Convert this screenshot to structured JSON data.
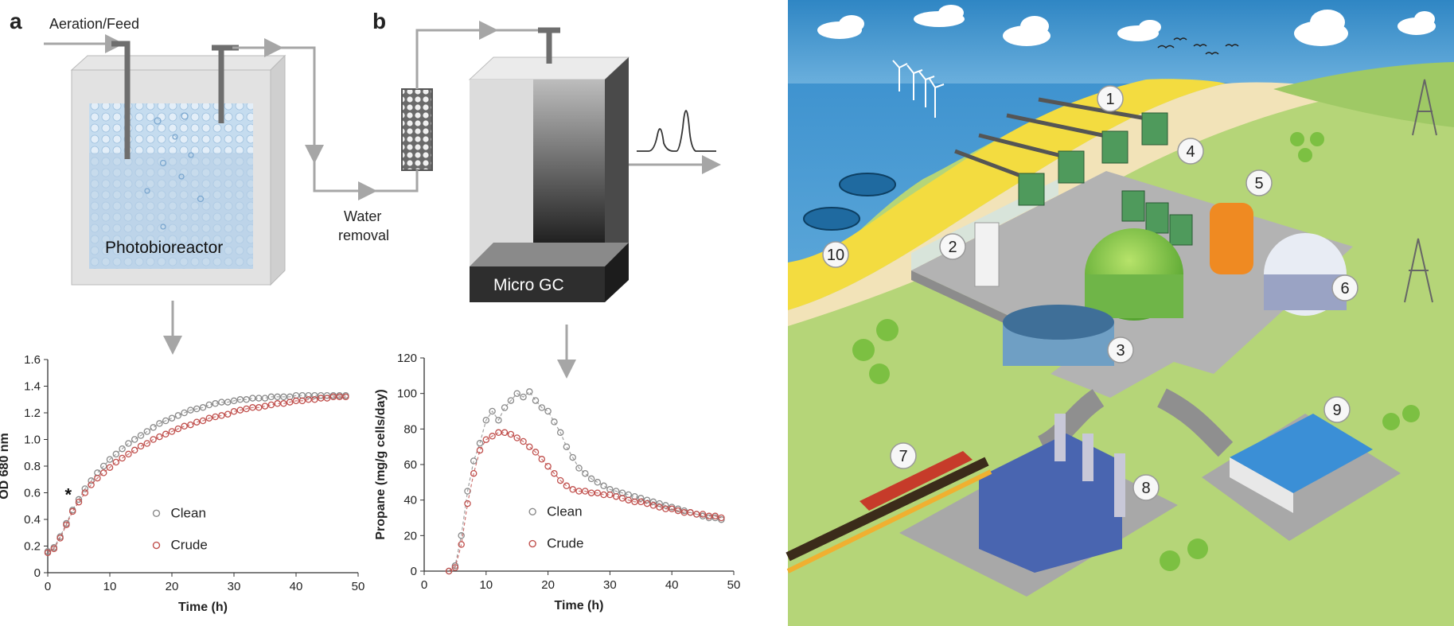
{
  "panel_a": {
    "letter": "a",
    "feed_label": "Aeration/Feed",
    "reactor_label": "Photobioreactor",
    "water_label_1": "Water",
    "water_label_2": "removal"
  },
  "panel_b": {
    "letter": "b",
    "gc_label": "Micro GC"
  },
  "chart_data": [
    {
      "type": "scatter",
      "title": "",
      "xlabel": "Time (h)",
      "ylabel": "OD 680 nm",
      "xlim": [
        0,
        50
      ],
      "ylim": [
        0,
        1.6
      ],
      "xticks": [
        "0",
        "10",
        "20",
        "30",
        "40",
        "50"
      ],
      "yticks": [
        "0",
        "0.2",
        "0.4",
        "0.6",
        "0.8",
        "1.0",
        "1.2",
        "1.4",
        "1.6"
      ],
      "annotation": "*",
      "annotation_at": {
        "x": 3.3,
        "y": 0.6
      },
      "legend_position": "center",
      "series": [
        {
          "name": "Clean",
          "color": "#8a8a8a",
          "x": [
            0,
            1,
            2,
            3,
            4,
            5,
            6,
            7,
            8,
            9,
            10,
            11,
            12,
            13,
            14,
            15,
            16,
            17,
            18,
            19,
            20,
            21,
            22,
            23,
            24,
            25,
            26,
            27,
            28,
            29,
            30,
            31,
            32,
            33,
            34,
            35,
            36,
            37,
            38,
            39,
            40,
            41,
            42,
            43,
            44,
            45,
            46,
            47,
            48
          ],
          "y": [
            0.16,
            0.19,
            0.27,
            0.37,
            0.47,
            0.55,
            0.63,
            0.69,
            0.75,
            0.8,
            0.85,
            0.89,
            0.93,
            0.97,
            1.0,
            1.03,
            1.06,
            1.09,
            1.12,
            1.14,
            1.16,
            1.18,
            1.2,
            1.22,
            1.23,
            1.24,
            1.26,
            1.27,
            1.28,
            1.28,
            1.29,
            1.3,
            1.3,
            1.31,
            1.31,
            1.31,
            1.32,
            1.32,
            1.32,
            1.32,
            1.33,
            1.33,
            1.33,
            1.33,
            1.33,
            1.33,
            1.33,
            1.33,
            1.33
          ]
        },
        {
          "name": "Crude",
          "color": "#c0504d",
          "x": [
            0,
            1,
            2,
            3,
            4,
            5,
            6,
            7,
            8,
            9,
            10,
            11,
            12,
            13,
            14,
            15,
            16,
            17,
            18,
            19,
            20,
            21,
            22,
            23,
            24,
            25,
            26,
            27,
            28,
            29,
            30,
            31,
            32,
            33,
            34,
            35,
            36,
            37,
            38,
            39,
            40,
            41,
            42,
            43,
            44,
            45,
            46,
            47,
            48
          ],
          "y": [
            0.15,
            0.18,
            0.26,
            0.36,
            0.46,
            0.53,
            0.6,
            0.66,
            0.71,
            0.75,
            0.79,
            0.83,
            0.86,
            0.89,
            0.92,
            0.95,
            0.97,
            1.0,
            1.02,
            1.04,
            1.06,
            1.08,
            1.1,
            1.11,
            1.13,
            1.14,
            1.16,
            1.17,
            1.18,
            1.19,
            1.21,
            1.22,
            1.23,
            1.24,
            1.24,
            1.25,
            1.26,
            1.27,
            1.27,
            1.28,
            1.29,
            1.29,
            1.3,
            1.3,
            1.31,
            1.31,
            1.32,
            1.32,
            1.32
          ]
        }
      ]
    },
    {
      "type": "scatter",
      "title": "",
      "xlabel": "Time (h)",
      "ylabel": "Propane (mg/g cells/day)",
      "xlim": [
        0,
        50
      ],
      "ylim": [
        0,
        120
      ],
      "xticks": [
        "0",
        "10",
        "20",
        "30",
        "40",
        "50"
      ],
      "yticks": [
        "0",
        "20",
        "40",
        "60",
        "80",
        "100",
        "120"
      ],
      "legend_position": "center",
      "series": [
        {
          "name": "Clean",
          "color": "#8a8a8a",
          "x": [
            4,
            5,
            6,
            7,
            8,
            9,
            10,
            11,
            12,
            13,
            14,
            15,
            16,
            17,
            18,
            19,
            20,
            21,
            22,
            23,
            24,
            25,
            26,
            27,
            28,
            29,
            30,
            31,
            32,
            33,
            34,
            35,
            36,
            37,
            38,
            39,
            40,
            41,
            42,
            43,
            44,
            45,
            46,
            47,
            48
          ],
          "y": [
            0,
            3,
            20,
            45,
            62,
            72,
            85,
            90,
            85,
            92,
            96,
            100,
            98,
            101,
            96,
            92,
            90,
            84,
            78,
            70,
            64,
            58,
            55,
            52,
            50,
            48,
            46,
            45,
            44,
            43,
            42,
            41,
            40,
            39,
            38,
            37,
            36,
            35,
            34,
            33,
            32,
            31,
            30,
            30,
            29
          ]
        },
        {
          "name": "Crude",
          "color": "#c0504d",
          "x": [
            4,
            5,
            6,
            7,
            8,
            9,
            10,
            11,
            12,
            13,
            14,
            15,
            16,
            17,
            18,
            19,
            20,
            21,
            22,
            23,
            24,
            25,
            26,
            27,
            28,
            29,
            30,
            31,
            32,
            33,
            34,
            35,
            36,
            37,
            38,
            39,
            40,
            41,
            42,
            43,
            44,
            45,
            46,
            47,
            48
          ],
          "y": [
            0,
            2,
            15,
            38,
            55,
            68,
            74,
            76,
            78,
            78,
            77,
            75,
            73,
            70,
            67,
            63,
            59,
            55,
            51,
            48,
            46,
            45,
            45,
            44,
            44,
            43,
            43,
            42,
            41,
            40,
            39,
            39,
            38,
            37,
            36,
            35,
            35,
            34,
            33,
            33,
            32,
            32,
            31,
            31,
            30
          ]
        }
      ]
    }
  ],
  "panel_c": {
    "numbers": [
      "1",
      "2",
      "3",
      "4",
      "5",
      "6",
      "7",
      "8",
      "9",
      "10"
    ]
  },
  "colors": {
    "sea": "#4d93c9",
    "grass": "#b5d578",
    "sand": "#f3dc40",
    "platform": "#b8b8b8",
    "clean": "#8a8a8a",
    "crude": "#c0504d"
  }
}
